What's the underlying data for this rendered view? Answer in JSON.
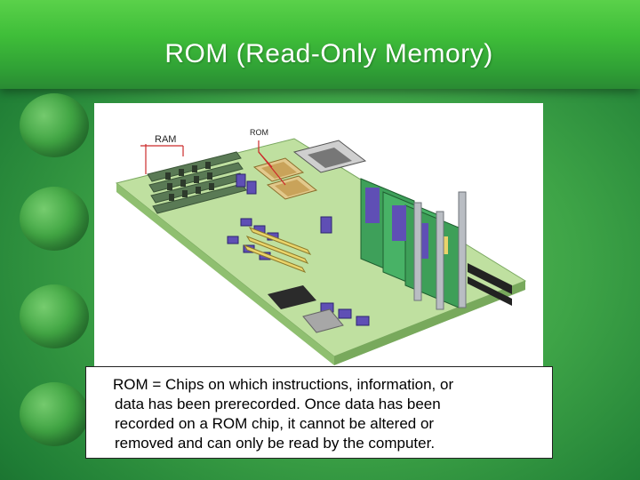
{
  "slide": {
    "title": "ROM (Read-Only Memory)",
    "figure": {
      "label_ram": "RAM",
      "label_rom": "ROM"
    },
    "caption_lines": [
      "ROM = Chips on which instructions, information, or",
      "data has been prerecorded. Once data has been",
      "recorded on a ROM chip, it cannot be altered or",
      "removed and can only be read by the computer."
    ]
  }
}
